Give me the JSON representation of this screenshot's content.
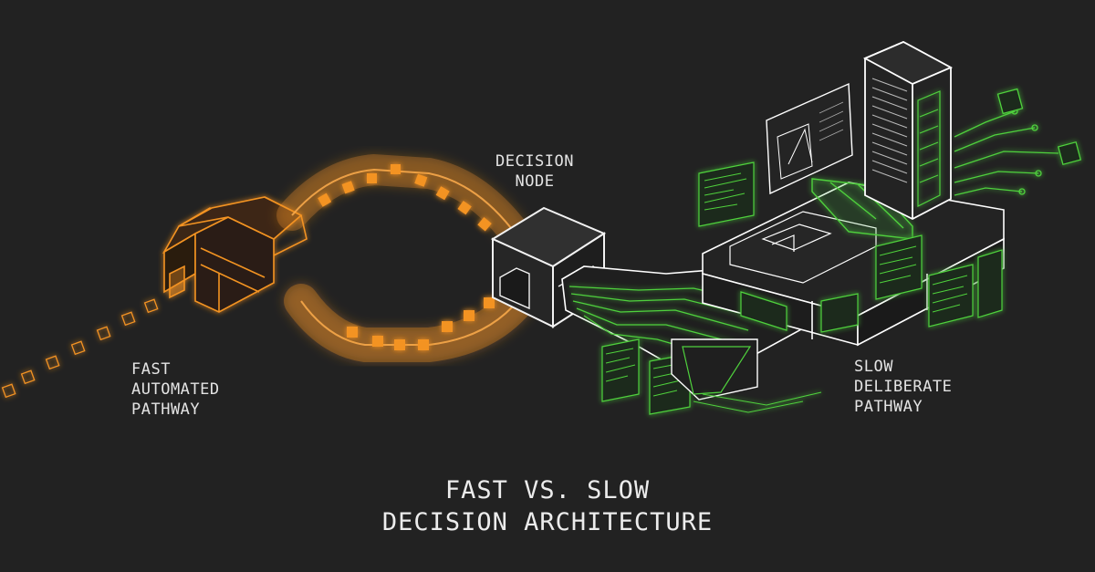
{
  "labels": {
    "decision_node": "DECISION\nNODE",
    "fast_pathway": "FAST\nAUTOMATED\nPATHWAY",
    "slow_pathway": "SLOW\nDELIBERATE\nPATHWAY"
  },
  "title": {
    "line1": "FAST VS. SLOW",
    "line2": "DECISION ARCHITECTURE"
  },
  "colors": {
    "background": "#222222",
    "fast": "#f39324",
    "slow": "#4fd13d",
    "node": "#ffffff",
    "text": "#e4e4e4"
  }
}
